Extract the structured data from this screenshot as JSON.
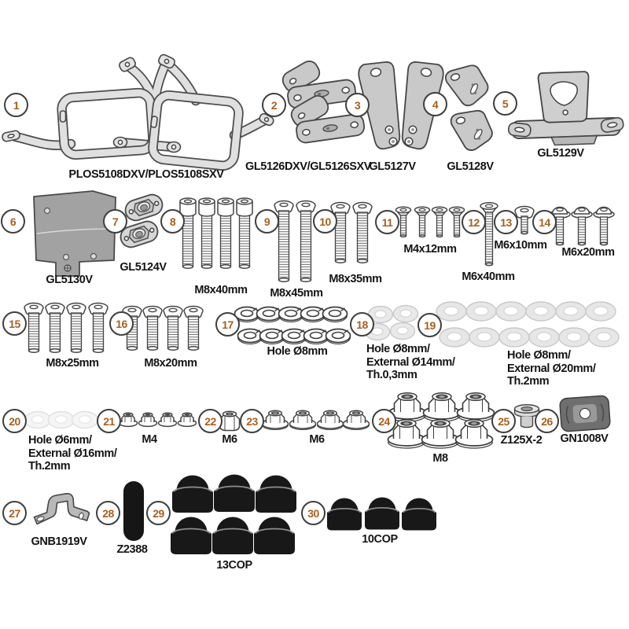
{
  "diagram": {
    "type": "motorcycle-luggage-mounting-kit-parts-sheet",
    "background_color": "#ffffff",
    "badge_number_color": "#a85f1e",
    "label_color": "#141414"
  },
  "items": [
    {
      "num": "1",
      "part": "side-case-holder-frame",
      "label_lines": [
        "PLOS5108DXV/PLOS5108SXV"
      ]
    },
    {
      "num": "2",
      "part": "mounting-plates",
      "label_lines": [
        "GL5126DXV/GL5126SXV"
      ]
    },
    {
      "num": "3",
      "part": "v-shaped-brackets",
      "label_lines": [
        "GL5127V"
      ]
    },
    {
      "num": "4",
      "part": "angle-brackets",
      "label_lines": [
        "GL5128V"
      ]
    },
    {
      "num": "5",
      "part": "support-plate",
      "label_lines": [
        "GL5129V"
      ]
    },
    {
      "num": "6",
      "part": "cover-plate",
      "label_lines": [
        "GL5130V"
      ]
    },
    {
      "num": "7",
      "part": "nut-plates",
      "label_lines": [
        "GL5124V"
      ]
    },
    {
      "num": "8",
      "part": "socket-head-bolts",
      "label_lines": [
        "M8x40mm"
      ]
    },
    {
      "num": "9",
      "part": "button-head-bolts",
      "label_lines": [
        "M8x45mm"
      ]
    },
    {
      "num": "10",
      "part": "button-head-bolts",
      "label_lines": [
        "M8x35mm"
      ]
    },
    {
      "num": "11",
      "part": "countersunk-screws",
      "label_lines": [
        "M4x12mm"
      ]
    },
    {
      "num": "12",
      "part": "countersunk-screw",
      "label_lines": [
        "M6x40mm"
      ]
    },
    {
      "num": "13",
      "part": "button-head-screw",
      "label_lines": [
        "M6x10mm"
      ]
    },
    {
      "num": "14",
      "part": "flanged-button-screws",
      "label_lines": [
        "M6x20mm"
      ]
    },
    {
      "num": "15",
      "part": "button-head-bolts",
      "label_lines": [
        "M8x25mm"
      ]
    },
    {
      "num": "16",
      "part": "button-head-bolts",
      "label_lines": [
        "M8x20mm"
      ]
    },
    {
      "num": "17",
      "part": "spring-washers",
      "label_lines": [
        "Hole Ø8mm"
      ]
    },
    {
      "num": "18",
      "part": "thin-flat-washers",
      "label_lines": [
        "Hole Ø8mm/",
        "External Ø14mm/",
        "Th.0,3mm"
      ]
    },
    {
      "num": "19",
      "part": "large-flat-washers",
      "label_lines": [
        "Hole Ø8mm/",
        "External Ø20mm/",
        "Th.2mm"
      ]
    },
    {
      "num": "20",
      "part": "nylon-washers",
      "label_lines": [
        "Hole Ø6mm/",
        "External Ø16mm/",
        "Th.2mm"
      ]
    },
    {
      "num": "21",
      "part": "flange-nuts",
      "label_lines": [
        "M4"
      ]
    },
    {
      "num": "22",
      "part": "hex-nut",
      "label_lines": [
        "M6"
      ]
    },
    {
      "num": "23",
      "part": "flange-nuts",
      "label_lines": [
        "M6"
      ]
    },
    {
      "num": "24",
      "part": "flange-nuts",
      "label_lines": [
        "M8"
      ]
    },
    {
      "num": "25",
      "part": "spacer-bushing",
      "label_lines": [
        "Z125X-2"
      ]
    },
    {
      "num": "26",
      "part": "rubber-pad",
      "label_lines": [
        "GN1008V"
      ]
    },
    {
      "num": "27",
      "part": "metal-strap-bracket",
      "label_lines": [
        "GNB1919V"
      ]
    },
    {
      "num": "28",
      "part": "rubber-strip",
      "label_lines": [
        "Z2388"
      ]
    },
    {
      "num": "29",
      "part": "nut-covers-large",
      "label_lines": [
        "13COP"
      ]
    },
    {
      "num": "30",
      "part": "nut-covers-small",
      "label_lines": [
        "10COP"
      ]
    }
  ]
}
